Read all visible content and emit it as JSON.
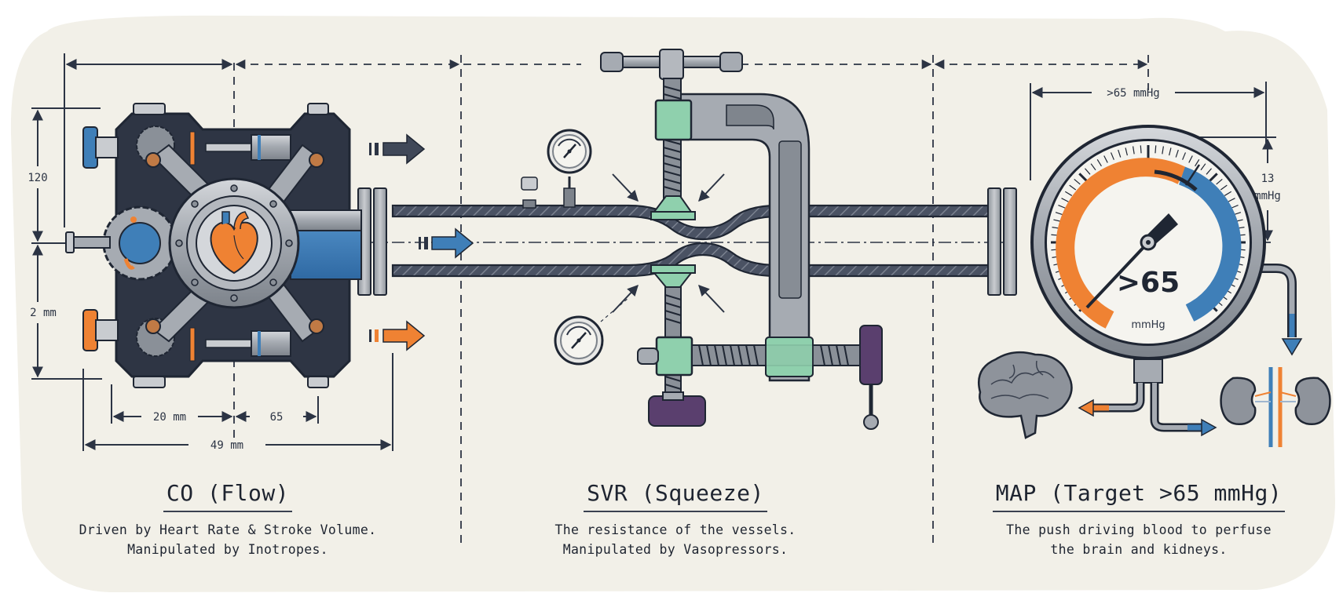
{
  "diagram": {
    "title": "Cardiac output, vascular resistance and mean arterial pressure plumbing analogy",
    "colors": {
      "ink": "#2c3444",
      "paper": "#f2f0e8",
      "steel": "#a9adb3",
      "steel_dark": "#6f747c",
      "blue": "#3f7fb8",
      "orange": "#ef8233",
      "green": "#8fd0ad",
      "purple": "#5a3f6e"
    },
    "sections": [
      {
        "id": "co",
        "title": "CO (Flow)",
        "description": "Driven by Heart Rate & Stroke Volume.\nManipulated by Inotropes.",
        "component": "heart-pump"
      },
      {
        "id": "svr",
        "title": "SVR (Squeeze)",
        "description": "The resistance of the vessels.\nManipulated by Vasopressors.",
        "component": "c-clamp-on-vessel"
      },
      {
        "id": "map",
        "title": "MAP (Target >65 mmHg)",
        "description": "The push driving blood to perfuse\nthe brain and kidneys.",
        "component": "pressure-gauge"
      }
    ],
    "dimensions": {
      "pump_height_upper": "120",
      "pump_height_lower": "2 mm",
      "pump_width_left": "20 mm",
      "pump_width_right": "65",
      "pump_width_total": "49 mm",
      "gauge_width": ">65 mmHg",
      "gauge_height_line1": "13",
      "gauge_height_line2": "mmHg"
    },
    "gauge": {
      "readout": ">65",
      "unit": "mmHg",
      "target_label": ">65 mmHg"
    },
    "organs": [
      "brain",
      "kidneys"
    ],
    "flow_arrows": [
      "dark",
      "blue",
      "orange"
    ]
  }
}
